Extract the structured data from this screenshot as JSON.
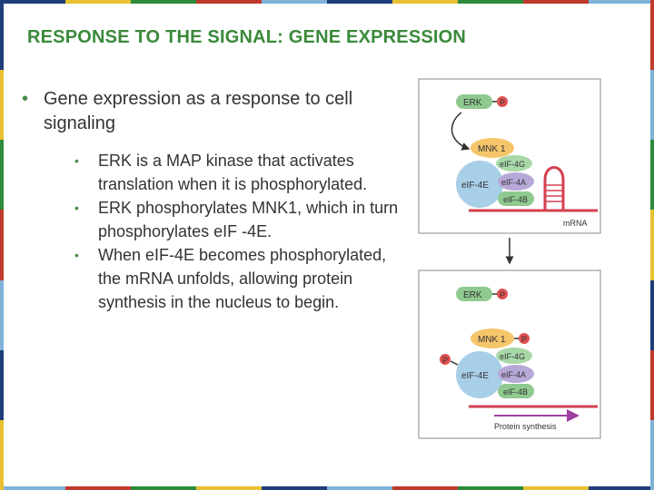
{
  "slide": {
    "title": "RESPONSE TO THE SIGNAL: GENE EXPRESSION",
    "bullets": {
      "main": "Gene expression as a response to cell signaling",
      "subs": [
        "ERK is a MAP kinase that activates translation when it is phosphorylated.",
        "ERK phosphorylates MNK1, which in turn phosphorylates eIF -4E.",
        "When eIF-4E becomes phosphorylated, the mRNA unfolds, allowing protein synthesis in the nucleus to begin."
      ]
    },
    "border_colors": [
      "#1f3d7a",
      "#e8c030",
      "#2d8b3c",
      "#c0392b",
      "#7fb2d8",
      "#f0f0f0"
    ]
  },
  "figure": {
    "top_panel": {
      "erk": "ERK",
      "p": "P",
      "mnk1": "MNK 1",
      "eif4g": "eIF-4G",
      "eif4e": "eIF-4E",
      "eif4a": "eIF-4A",
      "eif4b": "eIF-4B",
      "mrna": "mRNA"
    },
    "bottom_panel": {
      "erk": "ERK",
      "p": "P",
      "mnk1": "MNK 1",
      "mnk1_p": "P",
      "eif4e_p": "P",
      "eif4g": "eIF-4G",
      "eif4e": "eIF-4E",
      "eif4a": "eIF-4A",
      "eif4b": "eIF-4B",
      "protein_synthesis": "Protein synthesis"
    },
    "colors": {
      "erk": "#8fc98f",
      "phospho": "#e05050",
      "mnk1": "#f5c56a",
      "eif4e": "#a8cfe8",
      "eif4g": "#a8d8a8",
      "eif4a": "#b8a8d8",
      "eif4b": "#8fc98f",
      "mrna": "#d44050",
      "protein_arrow": "#a040a0"
    }
  }
}
